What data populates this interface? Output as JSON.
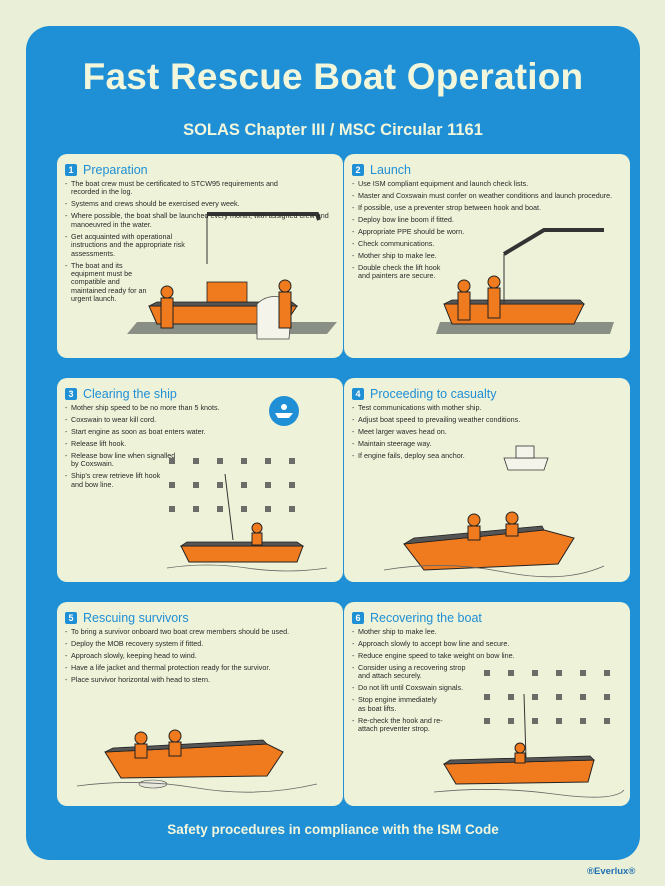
{
  "poster": {
    "title": "Fast Rescue Boat Operation",
    "subtitle": "SOLAS Chapter III / MSC Circular 1161",
    "footer": "Safety procedures in compliance with the ISM Code",
    "brand": "®Everlux®"
  },
  "colors": {
    "panel_blue": "#1f8fd6",
    "card_bg": "#eef2d8",
    "boat_orange": "#f07a1e",
    "text_light": "#f2f7dc"
  },
  "sections": [
    {
      "number": "1",
      "title": "Preparation",
      "items": [
        "The boat crew must be certificated to STCW95 requirements and recorded in the log.",
        "Systems and crews should be exercised every week.",
        "Where possible, the boat shall be launched every month, with assigned crew and manoeuvred in the water.",
        "Get acquainted with operational instructions and the appropriate risk assessments.",
        "The boat and its equipment must be compatible and maintained ready for an urgent launch."
      ]
    },
    {
      "number": "2",
      "title": "Launch",
      "items": [
        "Use ISM compliant equipment and launch check lists.",
        "Master and Coxswain must confer on weather conditions and launch procedure.",
        "If possible, use a preventer strop between hook and boat.",
        "Deploy bow line boom if fitted.",
        "Appropriate PPE should be worn.",
        "Check communications.",
        "Mother ship to make lee.",
        "Double check the lift hook and painters are secure."
      ]
    },
    {
      "number": "3",
      "title": "Clearing the ship",
      "items": [
        "Mother ship speed to be no more than 5 knots.",
        "Coxswain to wear kill cord.",
        "Start engine as soon as boat enters water.",
        "Release lift hook.",
        "Release bow line when signalled by Coxswain.",
        "Ship's crew retrieve lift hook and bow line."
      ]
    },
    {
      "number": "4",
      "title": "Proceeding to casualty",
      "items": [
        "Test communications with mother ship.",
        "Adjust boat speed to prevailing weather conditions.",
        "Meet larger waves head on.",
        "Maintain steerage way.",
        "If engine fails, deploy sea anchor."
      ]
    },
    {
      "number": "5",
      "title": "Rescuing survivors",
      "items": [
        "To bring a survivor onboard two boat crew members should be used.",
        "Deploy the MOB recovery system if fitted.",
        "Approach slowly, keeping head to wind.",
        "Have a life jacket and thermal protection ready for the survivor.",
        "Place survivor horizontal with head to stern."
      ]
    },
    {
      "number": "6",
      "title": "Recovering the boat",
      "items": [
        "Mother ship to make lee.",
        "Approach slowly to accept bow line and secure.",
        "Reduce engine speed to take weight on bow line.",
        "Consider using a recovering strop and attach securely.",
        "Do not lift until Coxswain signals.",
        "Stop engine immediately as boat lifts.",
        "Re-check the hook and re-attach preventer strop."
      ]
    }
  ]
}
